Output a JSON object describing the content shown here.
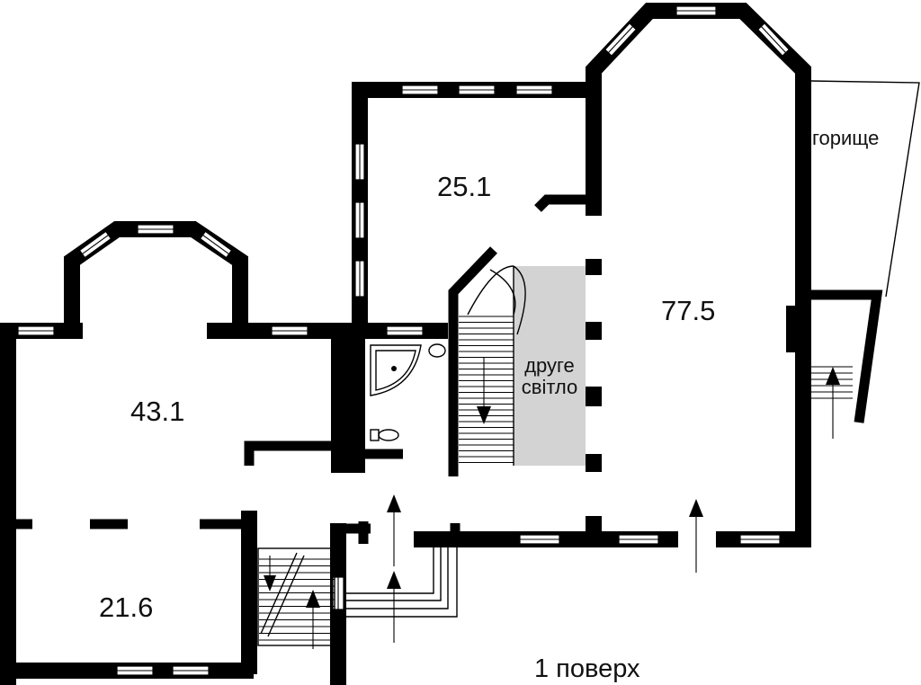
{
  "plan": {
    "rooms": [
      {
        "key": "r1",
        "area": "25.1"
      },
      {
        "key": "r2",
        "area": "77.5"
      },
      {
        "key": "r3",
        "area": "43.1"
      },
      {
        "key": "r4",
        "area": "21.6"
      }
    ],
    "labels": {
      "attic": "горище",
      "second_light_line1": "друге",
      "second_light_line2": "світло",
      "floor": "1 поверх"
    },
    "colors": {
      "wall": "#000000",
      "second_light_fill": "#d3d3d3",
      "background": "#ffffff"
    }
  }
}
